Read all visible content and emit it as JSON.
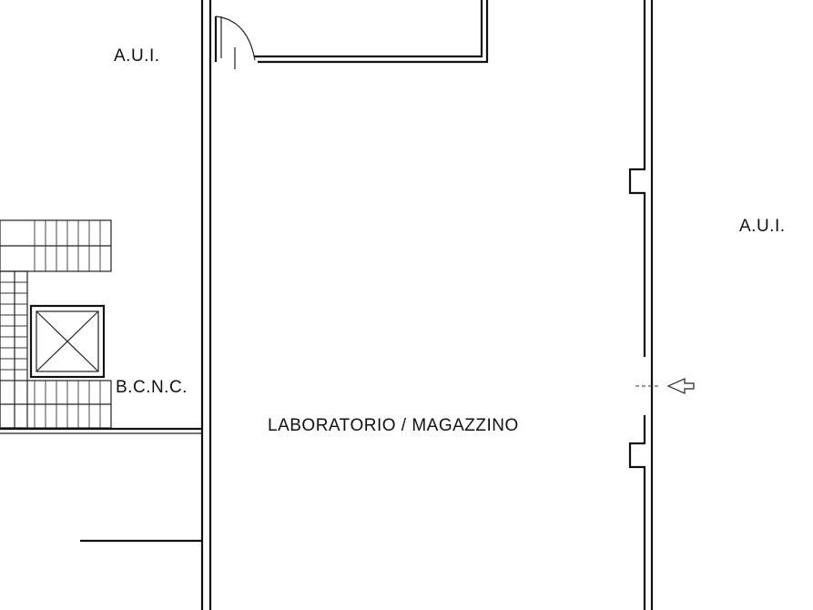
{
  "labels": {
    "aui_left": "A.U.I.",
    "aui_right": "A.U.I.",
    "bcnc": "B.C.N.C.",
    "main_room": "LABORATORIO / MAGAZZINO"
  }
}
